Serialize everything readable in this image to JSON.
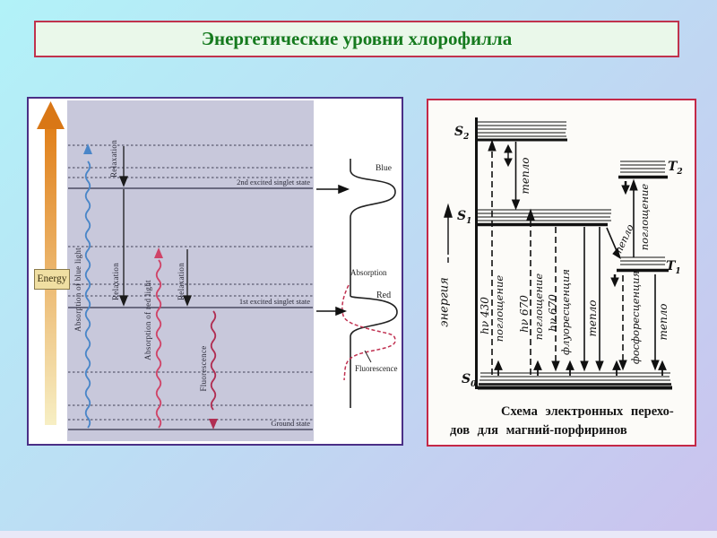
{
  "slide": {
    "background_gradient_start": "#b2f2f8",
    "background_gradient_end": "#cbc2ee"
  },
  "title": {
    "text": "Энергетические уровни хлорофилла",
    "text_color": "#157a1e",
    "border_color": "#c0334d",
    "background": "#eaf8ea"
  },
  "left_diagram": {
    "border_color": "#4a2f86",
    "plot_background": "#c8c8db",
    "energy_axis_label": "Energy",
    "relaxation_label": "Relaxation",
    "absorption_blue_label": "Absorption of blue light",
    "absorption_red_label": "Absorption of red light",
    "fluorescence_label": "Fluorescence",
    "levels": {
      "second_excited": "2nd excited singlet state",
      "first_excited": "1st excited singlet state",
      "ground": "Ground state"
    },
    "spectrum_labels": {
      "blue": "Blue",
      "absorption": "Absorption",
      "red": "Red",
      "fluorescence": "Fluorescence"
    },
    "colors": {
      "blue_wave": "#4a86c8",
      "red_wave": "#cf4468",
      "fluorescence_wave": "#b02e52",
      "spectrum_fluorescence_dashed": "#c03050",
      "energy_arrow_top": "#e1801a",
      "energy_arrow_bottom": "#f7efc4"
    }
  },
  "right_diagram": {
    "border_color": "#c42847",
    "energy_axis_label": "энергия",
    "states": {
      "s2": {
        "base": "S",
        "sub": "2"
      },
      "s1": {
        "base": "S",
        "sub": "1"
      },
      "s0": {
        "base": "S",
        "sub": "0"
      },
      "t2": {
        "base": "T",
        "sub": "2"
      },
      "t1": {
        "base": "T",
        "sub": "1"
      }
    },
    "labels": {
      "hv430": "hν 430",
      "hv670": "hν 670",
      "absorption": "поглощение",
      "fluorescence": "флуоресценция",
      "phosphorescence": "фосфоресценция",
      "heat": "тепло"
    },
    "caption_line1": "Схема электронных перехо-",
    "caption_line2": "дов для магний-порфиринов"
  }
}
